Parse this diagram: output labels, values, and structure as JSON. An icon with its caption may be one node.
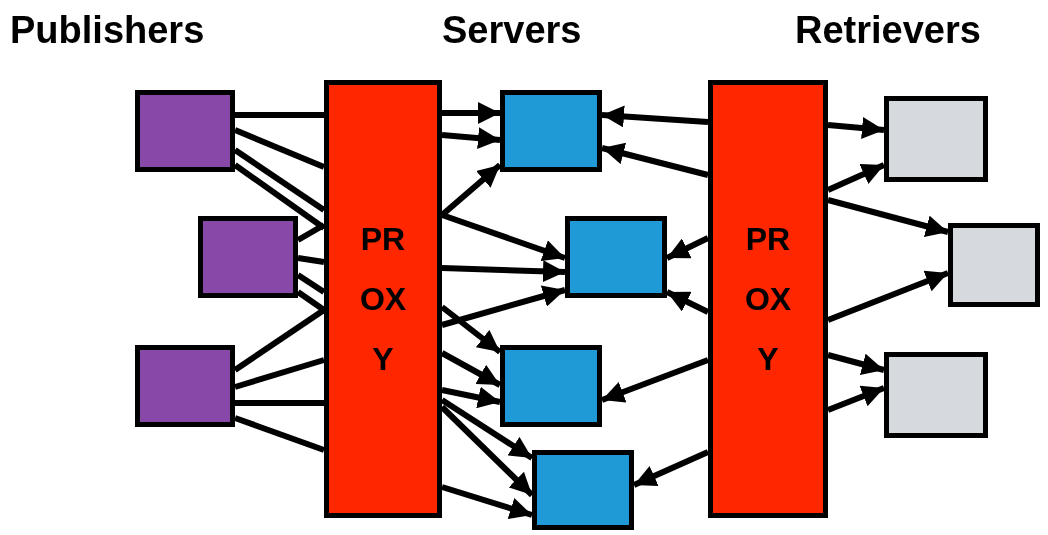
{
  "diagram": {
    "nodes": [
      {
        "text": [],
        "shape": "box"
      },
      {
        "text": [],
        "shape": "box"
      },
      {
        "text": [],
        "shape": "box"
      },
      {
        "text": [
          "PR OX Y"
        ]
      },
      {
        "text": [],
        "shape": "box"
      },
      {
        "text": [],
        "shape": "box"
      },
      {
        "text": [],
        "shape": "box"
      },
      {
        "text": [],
        "shape": "box"
      },
      {
        "text": [
          "PR OX Y"
        ]
      },
      {
        "text": [],
        "shape": "box"
      },
      {
        "text": [],
        "shape": "box"
      },
      {
        "text": [],
        "shape": "box"
      }
    ],
    "edges": [
      {
        "from": 0,
        "to": 3,
        "arrow": "none"
      },
      {
        "from": 0,
        "to": 3,
        "arrow": "none"
      },
      {
        "from": 0,
        "to": 3,
        "arrow": "none"
      },
      {
        "from": 0,
        "to": 3,
        "arrow": "none"
      },
      {
        "from": 1,
        "to": 3,
        "arrow": "none"
      },
      {
        "from": 1,
        "to": 3,
        "arrow": "none"
      },
      {
        "from": 1,
        "to": 3,
        "arrow": "none"
      },
      {
        "from": 1,
        "to": 3,
        "arrow": "none"
      },
      {
        "from": 2,
        "to": 3,
        "arrow": "none"
      },
      {
        "from": 2,
        "to": 3,
        "arrow": "none"
      },
      {
        "from": 2,
        "to": 3,
        "arrow": "none"
      },
      {
        "from": 2,
        "to": 3,
        "arrow": "none"
      },
      {
        "from": 3,
        "to": 4,
        "arrow": "to"
      },
      {
        "from": 3,
        "to": 4,
        "arrow": "to"
      },
      {
        "from": 3,
        "to": 4,
        "arrow": "to"
      },
      {
        "from": 3,
        "to": 5,
        "arrow": "to"
      },
      {
        "from": 3,
        "to": 5,
        "arrow": "to"
      },
      {
        "from": 3,
        "to": 5,
        "arrow": "to"
      },
      {
        "from": 3,
        "to": 6,
        "arrow": "to"
      },
      {
        "from": 3,
        "to": 6,
        "arrow": "to"
      },
      {
        "from": 3,
        "to": 6,
        "arrow": "to"
      },
      {
        "from": 3,
        "to": 7,
        "arrow": "to"
      },
      {
        "from": 3,
        "to": 7,
        "arrow": "to"
      },
      {
        "from": 3,
        "to": 7,
        "arrow": "to"
      },
      {
        "from": 8,
        "to": 4,
        "arrow": "to"
      },
      {
        "from": 8,
        "to": 4,
        "arrow": "to"
      },
      {
        "from": 8,
        "to": 5,
        "arrow": "to"
      },
      {
        "from": 8,
        "to": 5,
        "arrow": "to"
      },
      {
        "from": 8,
        "to": 6,
        "arrow": "to"
      },
      {
        "from": 8,
        "to": 7,
        "arrow": "to"
      },
      {
        "from": 8,
        "to": 9,
        "arrow": "to"
      },
      {
        "from": 8,
        "to": 9,
        "arrow": "to"
      },
      {
        "from": 8,
        "to": 10,
        "arrow": "to"
      },
      {
        "from": 8,
        "to": 10,
        "arrow": "to"
      },
      {
        "from": 8,
        "to": 11,
        "arrow": "to"
      },
      {
        "from": 8,
        "to": 11,
        "arrow": "to"
      }
    ],
    "labels": [
      "Publishers",
      "Servers",
      "Retrievers"
    ]
  }
}
